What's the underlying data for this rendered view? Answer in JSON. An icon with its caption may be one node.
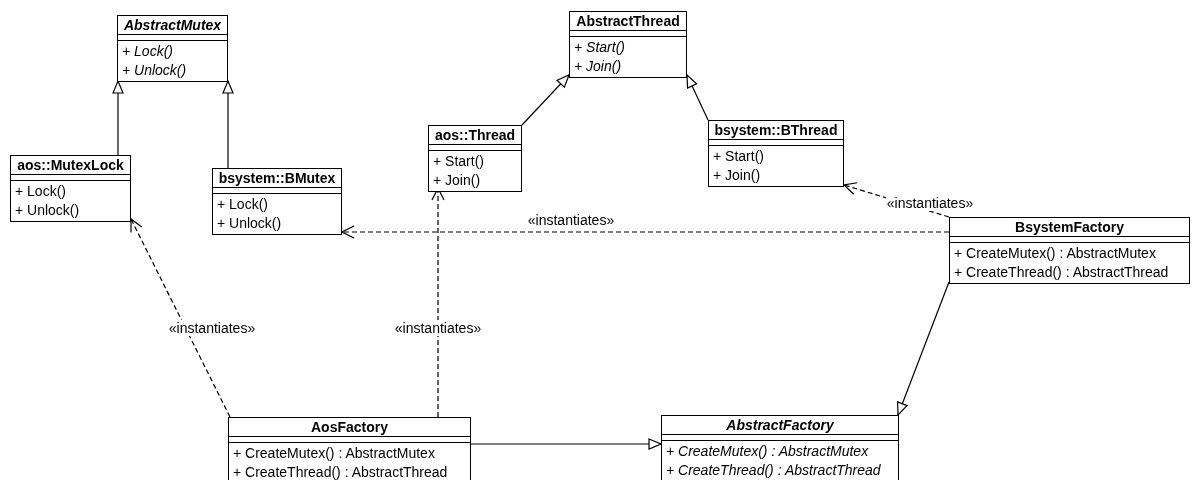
{
  "diagram": {
    "nodes": [
      {
        "text": [
          "AbstractMutex",
          "+ Lock()",
          "+ Unlock()"
        ]
      },
      {
        "text": [
          "AbstractThread",
          "+ Start()",
          "+ Join()"
        ]
      },
      {
        "text": [
          "aos::MutexLock",
          "+ Lock()",
          "+ Unlock()"
        ]
      },
      {
        "text": [
          "bsystem::BMutex",
          "+ Lock()",
          "+ Unlock()"
        ]
      },
      {
        "text": [
          "aos::Thread",
          "+ Start()",
          "+ Join()"
        ]
      },
      {
        "text": [
          "bsystem::BThread",
          "+ Start()",
          "+ Join()"
        ]
      },
      {
        "text": [
          "BsystemFactory",
          "+ CreateMutex() : AbstractMutex",
          "+ CreateThread() : AbstractThread"
        ]
      },
      {
        "text": [
          "AosFactory",
          "+ CreateMutex() : AbstractMutex",
          "+ CreateThread() : AbstractThread"
        ]
      },
      {
        "text": [
          "AbstractFactory",
          "+ CreateMutex() : AbstractMutex",
          "+ CreateThread() : AbstractThread"
        ]
      }
    ],
    "edges": [
      {
        "from": 2,
        "to": 0,
        "arrow": "to"
      },
      {
        "from": 3,
        "to": 0,
        "arrow": "to"
      },
      {
        "from": 4,
        "to": 1,
        "arrow": "to"
      },
      {
        "from": 5,
        "to": 1,
        "arrow": "to"
      },
      {
        "from": 7,
        "to": 2,
        "arrow": "to",
        "style": "dashed",
        "label": "«instantiates»"
      },
      {
        "from": 7,
        "to": 4,
        "arrow": "to",
        "style": "dashed",
        "label": "«instantiates»"
      },
      {
        "from": 6,
        "to": 3,
        "arrow": "to",
        "style": "dashed",
        "label": "«instantiates»"
      },
      {
        "from": 6,
        "to": 5,
        "arrow": "to",
        "style": "dashed",
        "label": "«instantiates»"
      },
      {
        "from": 7,
        "to": 8,
        "arrow": "to"
      },
      {
        "from": 6,
        "to": 8,
        "arrow": "to"
      }
    ]
  }
}
